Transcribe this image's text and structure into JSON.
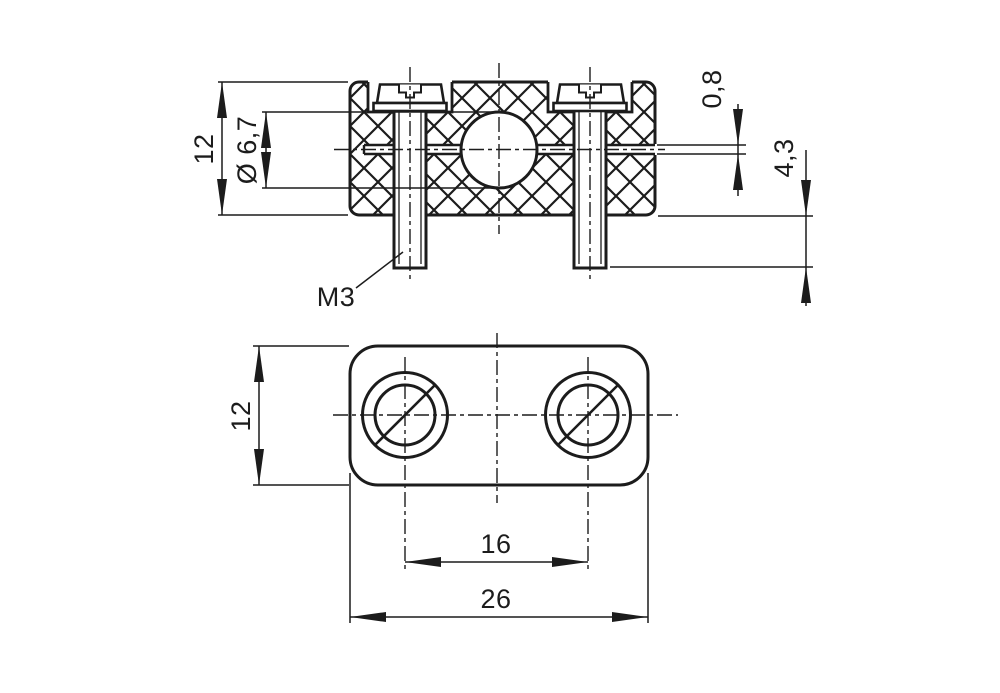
{
  "drawing_type": "technical-drawing",
  "part": {
    "front_section_view": {
      "dim_height": "12",
      "dim_bore_diameter": "Ø 6,7",
      "dim_slot_width": "0,8",
      "dim_screw_protrusion": "4,3",
      "label_thread": "M3"
    },
    "plan_view": {
      "dim_depth": "12",
      "dim_hole_spacing": "16",
      "dim_overall_width": "26"
    }
  },
  "colors": {
    "line": "#1c1c1c",
    "background": "#ffffff"
  }
}
